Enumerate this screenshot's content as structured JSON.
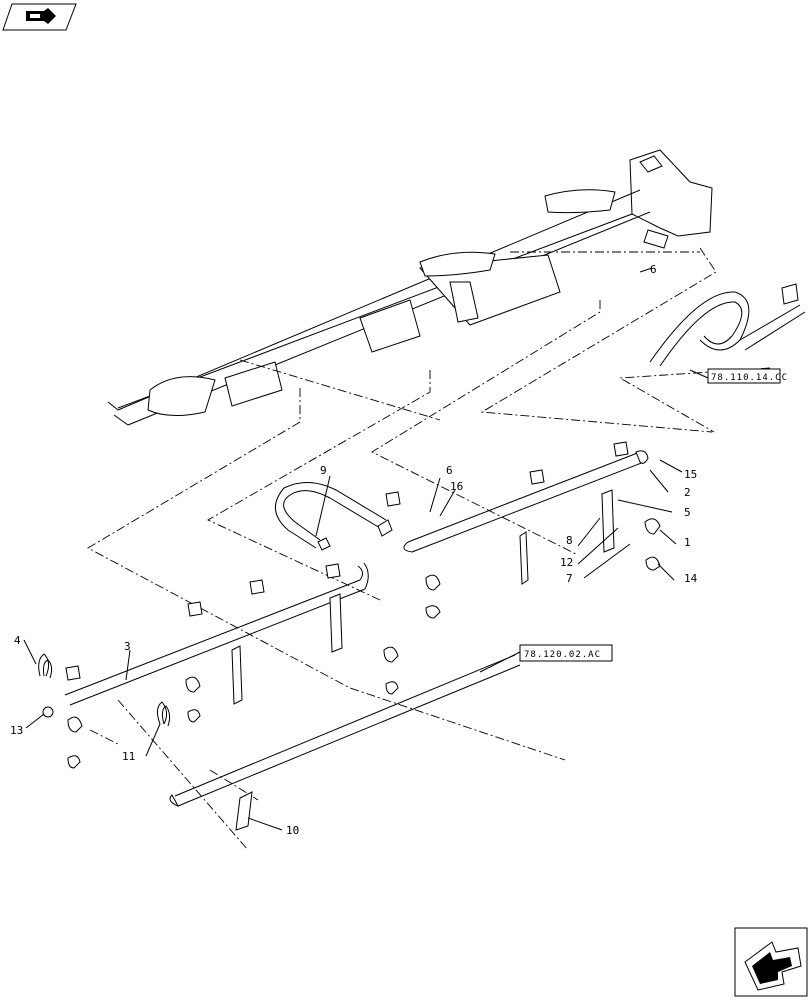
{
  "diagram": {
    "callouts": [
      "1",
      "2",
      "3",
      "4",
      "5",
      "6",
      "6",
      "7",
      "8",
      "9",
      "10",
      "11",
      "12",
      "13",
      "14",
      "15",
      "16"
    ],
    "references": [
      "78.110.14.CC",
      "78.120.02.AC"
    ],
    "icons": {
      "top_left": "book-with-arrow-icon",
      "bottom_right": "arrow-nav-icon"
    }
  }
}
